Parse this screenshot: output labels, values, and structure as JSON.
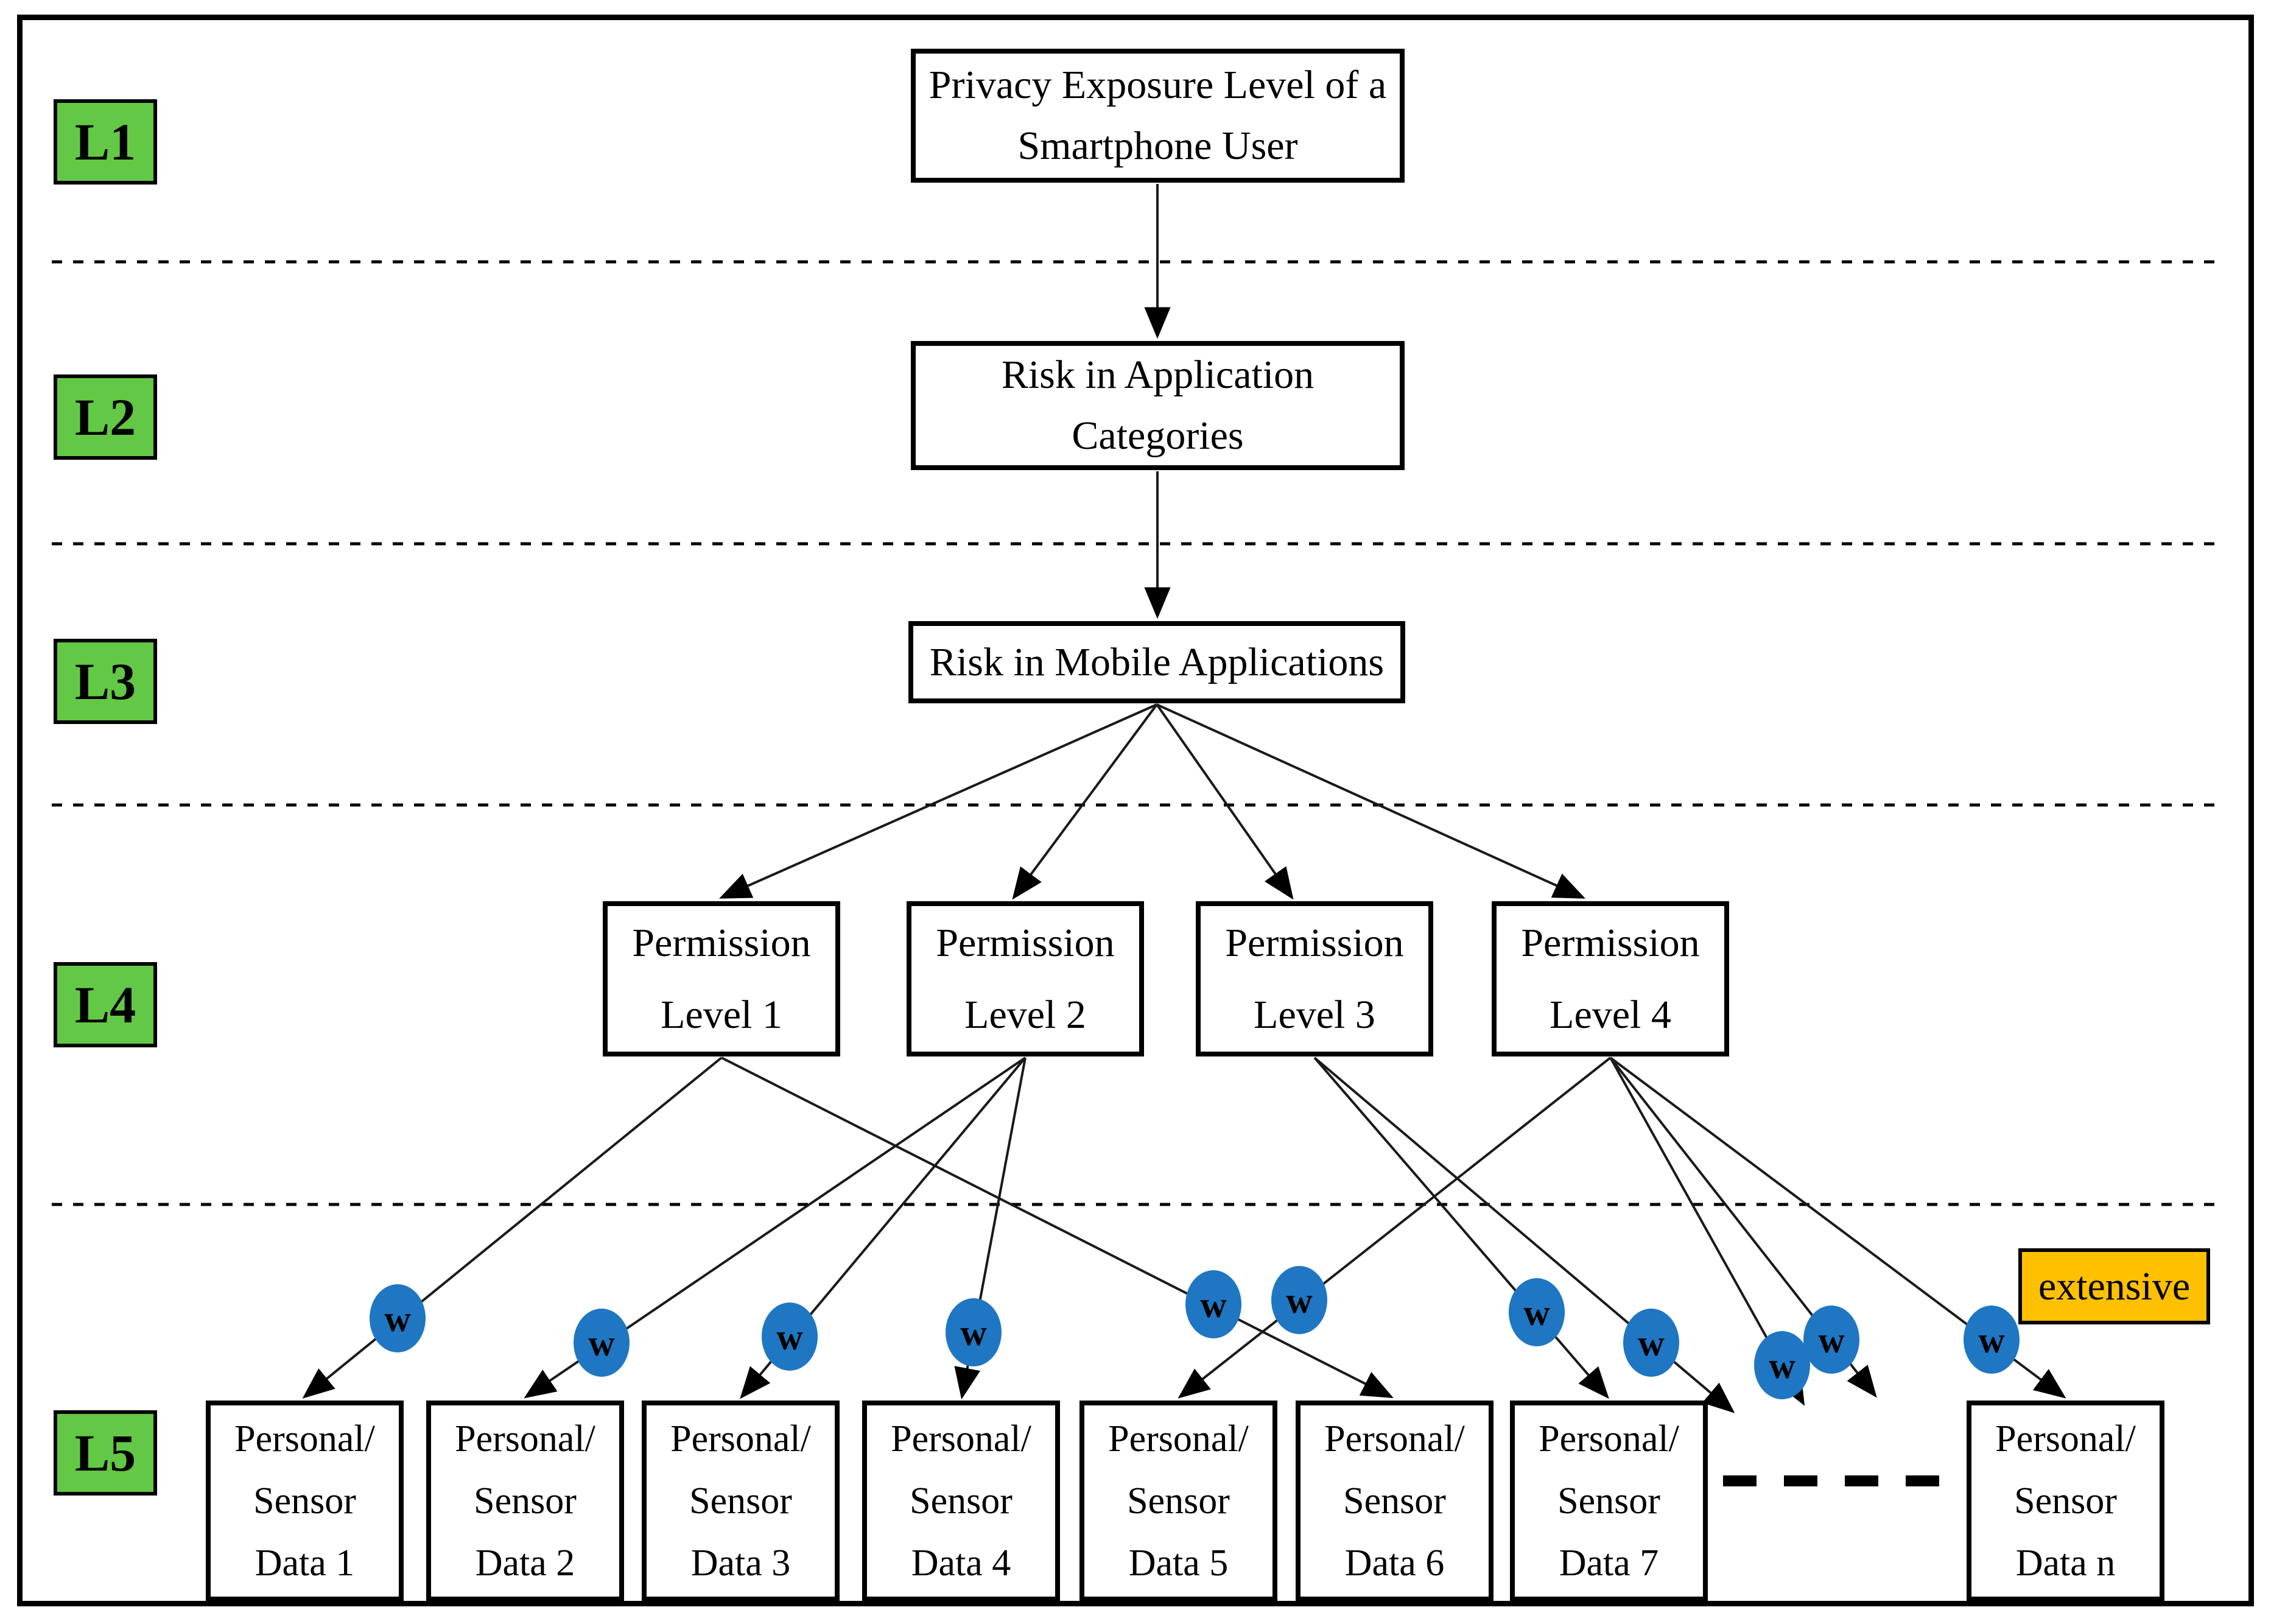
{
  "diagram": {
    "levels": [
      {
        "label": "L1"
      },
      {
        "label": "L2"
      },
      {
        "label": "L3"
      },
      {
        "label": "L4"
      },
      {
        "label": "L5"
      }
    ],
    "root_box": {
      "line1": "Privacy Exposure Level of a",
      "line2": "Smartphone User"
    },
    "l2_box": {
      "line1": "Risk in Application",
      "line2": "Categories"
    },
    "l3_box": {
      "line1": "Risk in Mobile Applications"
    },
    "permission_boxes": [
      {
        "line1": "Permission",
        "line2": "Level 1"
      },
      {
        "line1": "Permission",
        "line2": "Level 2"
      },
      {
        "line1": "Permission",
        "line2": "Level 3"
      },
      {
        "line1": "Permission",
        "line2": "Level 4"
      }
    ],
    "data_boxes": [
      {
        "line1": "Personal/",
        "line2": "Sensor",
        "line3": "Data 1"
      },
      {
        "line1": "Personal/",
        "line2": "Sensor",
        "line3": "Data 2"
      },
      {
        "line1": "Personal/",
        "line2": "Sensor",
        "line3": "Data 3"
      },
      {
        "line1": "Personal/",
        "line2": "Sensor",
        "line3": "Data 4"
      },
      {
        "line1": "Personal/",
        "line2": "Sensor",
        "line3": "Data 5"
      },
      {
        "line1": "Personal/",
        "line2": "Sensor",
        "line3": "Data 6"
      },
      {
        "line1": "Personal/",
        "line2": "Sensor",
        "line3": "Data 7"
      },
      {
        "line1": "Personal/",
        "line2": "Sensor",
        "line3": "Data n"
      }
    ],
    "weight_marker_label": "w",
    "extensive_label": "extensive",
    "colors": {
      "level_label_green": "#63C845",
      "weight_blue": "#1F76C2",
      "extensive_orange": "#FFC000",
      "line_black": "#1a1a1a"
    }
  }
}
